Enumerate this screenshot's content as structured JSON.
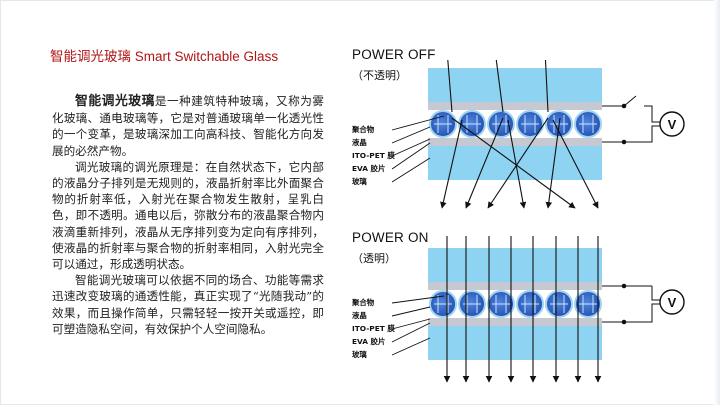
{
  "title": {
    "zh": "智能调光玻璃",
    "en": "Smart Switchable Glass"
  },
  "paragraphs": [
    {
      "lead": "智能调光玻璃",
      "text": "是一种建筑特种玻璃，又称为雾化玻璃、通电玻璃等，它是对普通玻璃单一化透光性的一个变革，是玻璃深加工向高科技、智能化方向发展的必然产物。"
    },
    {
      "lead": "",
      "text": "调光玻璃的调光原理是：在自然状态下，它内部的液晶分子排列是无规则的，液晶折射率比外面聚合物的折射率低，入射光在聚合物发生散射，呈乳白色，即不透明。通电以后，弥散分布的液晶聚合物内液滴重新排列，液晶从无序排列变为定向有序排列，使液晶的折射率与聚合物的折射率相同，入射光完全可以通过，形成透明状态。"
    },
    {
      "lead": "",
      "text": "智能调光玻璃可以依据不同的场合、功能等需求迅速改变玻璃的通透性能，真正实现了“光随我动”的效果，而且操作简单，只需轻轻一按开关或遥控，即可塑造隐私空间，有效保护个人空间隐私。"
    }
  ],
  "power_off": {
    "title": "POWER OFF",
    "subtitle": "（不透明）"
  },
  "power_on": {
    "title": "POWER ON",
    "subtitle": "（透明）"
  },
  "layer_labels": [
    "聚合物",
    "液晶",
    "ITO-PET 膜",
    "EVA 胶片",
    "玻璃"
  ],
  "meter_symbol": "V",
  "colors": {
    "title": "#b01515",
    "glass": "#8fd3f2",
    "film": "#c7c9d2",
    "droplet": "#2f64c8",
    "droplet_ring": "#a9d8f4"
  }
}
